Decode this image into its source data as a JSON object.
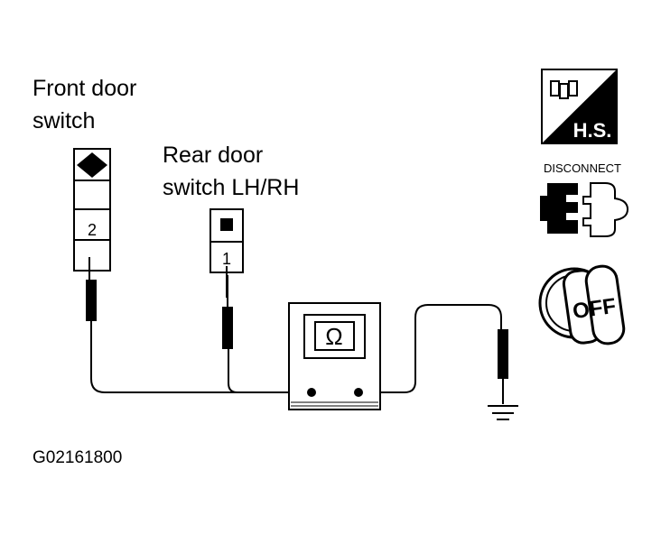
{
  "labels": {
    "front_door_switch": [
      "Front door",
      "switch"
    ],
    "rear_door_switch": [
      "Rear door",
      "switch LH/RH"
    ],
    "front_terminal": "2",
    "rear_terminal": "1",
    "meter_symbol": "Ω",
    "figure_id": "G02161800"
  },
  "icons": {
    "hs_badge": "H.S.",
    "disconnect_text": "DISCONNECT",
    "ignition_key_text": "OFF"
  },
  "colors": {
    "line": "#000000",
    "background": "#ffffff"
  }
}
